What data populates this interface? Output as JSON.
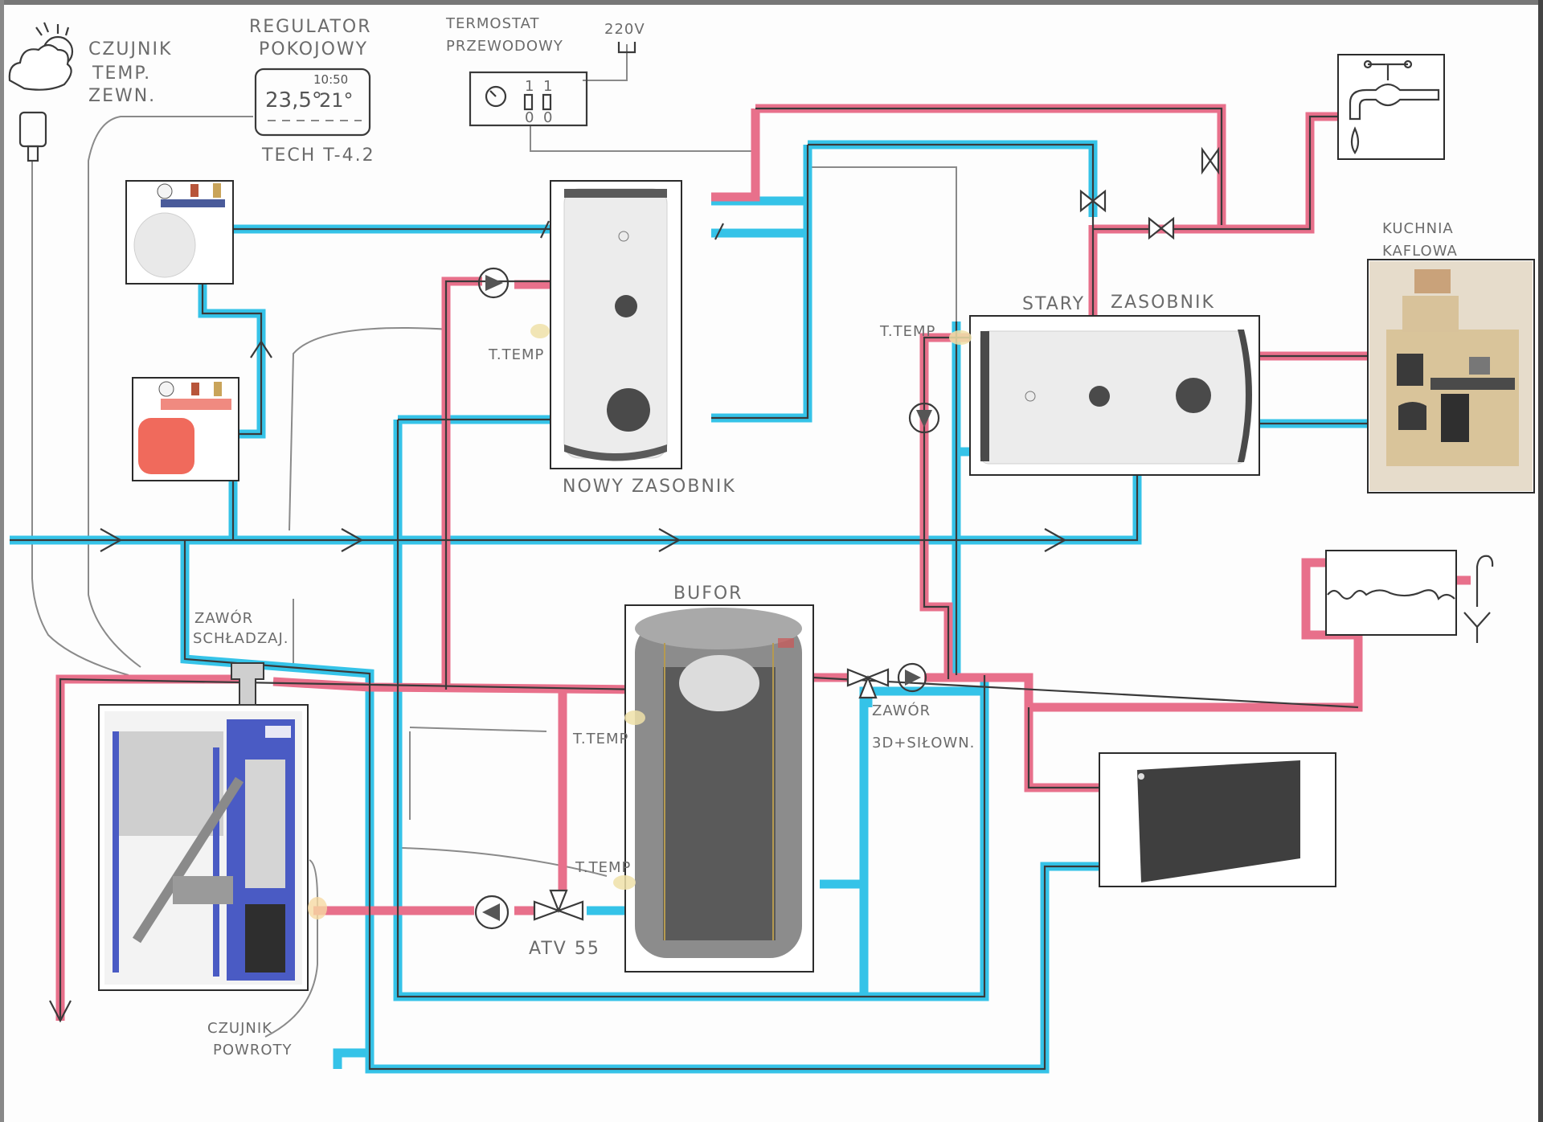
{
  "diagram": {
    "title": "Schemat instalacji c.o. i c.w.u.",
    "colors": {
      "hot_pipe": "#e8708b",
      "cold_pipe": "#35c3e8",
      "pencil": "#6b6b6b",
      "expansion_vessel_open": "#e9e9e9",
      "expansion_vessel_closed": "#f06a5c",
      "boiler_blue": "#4a5bc4"
    },
    "labels": {
      "outdoor_sensor": [
        "CZUJNIK",
        "TEMP.",
        "ZEWN."
      ],
      "room_regulator": [
        "REGULATOR",
        "POKOJOWY"
      ],
      "room_regulator_model": "TECH T-4.2",
      "wired_thermostat": [
        "TERMOSTAT",
        "PRZEWODOWY"
      ],
      "power_supply": "220V",
      "new_tank": "NOWY ZASOBNIK",
      "old_tank": [
        "STARY",
        "ZASOBNIK"
      ],
      "kitchen_stove": [
        "KUCHNIA",
        "KAFLOWA"
      ],
      "buffer": "BUFOR",
      "cooling_valve": [
        "ZAWÓR",
        "SCHŁADZAJ."
      ],
      "three_way_valve": [
        "ZAWÓR",
        "3D+SIŁOWN."
      ],
      "anti_condensation_valve": "ATV 55",
      "return_sensor": [
        "CZUJNIK",
        "POWROTY"
      ],
      "temp_sensor": "T.TEMP"
    },
    "room_regulator_display": {
      "current_temp": "23,5°",
      "set_temp": "21°",
      "time": "10:50"
    },
    "thermostat_switches": {
      "top_labels": [
        "1",
        "1"
      ],
      "bottom_labels": [
        "0",
        "0"
      ]
    },
    "components": [
      {
        "id": "outdoor-sensor",
        "name": "Czujnik temperatury zewnętrznej"
      },
      {
        "id": "room-regulator",
        "name": "Regulator pokojowy TECH T-4.2"
      },
      {
        "id": "wired-thermostat",
        "name": "Termostat przewodowy"
      },
      {
        "id": "open-expansion-vessel",
        "name": "Naczynie wzbiorcze (białe)"
      },
      {
        "id": "closed-expansion-vessel",
        "name": "Naczynie wzbiorcze (czerwone)"
      },
      {
        "id": "new-tank",
        "name": "Nowy zasobnik"
      },
      {
        "id": "old-tank",
        "name": "Stary zasobnik"
      },
      {
        "id": "water-tap",
        "name": "Kran c.w.u."
      },
      {
        "id": "kitchen-stove",
        "name": "Kuchnia kaflowa"
      },
      {
        "id": "buffer",
        "name": "Bufor"
      },
      {
        "id": "boiler",
        "name": "Kocioł z podajnikiem"
      },
      {
        "id": "radiator",
        "name": "Grzejnik"
      },
      {
        "id": "heat-exchanger",
        "name": "Wymiennik / zbiornik z wężownicą"
      }
    ]
  }
}
